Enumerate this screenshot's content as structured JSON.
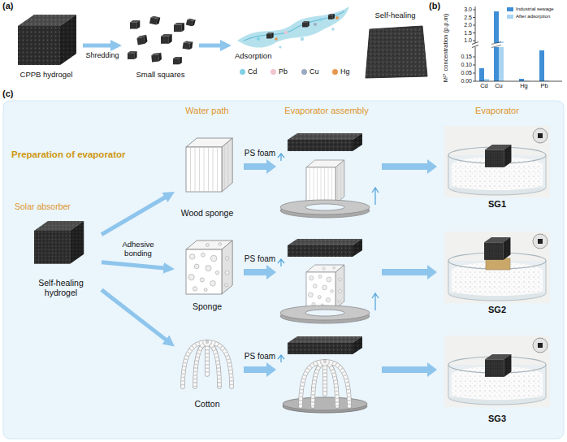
{
  "diagram": {
    "nodes": [
      {
        "text": [
          "CPPB hydrogel"
        ]
      },
      {
        "text": [
          "Small squares"
        ]
      },
      {
        "text": [
          "Adsorption"
        ]
      },
      {
        "text": [
          "Self-healing"
        ]
      },
      {
        "text": [
          "Self-healing hydrogel"
        ]
      },
      {
        "text": [
          "Wood sponge"
        ]
      },
      {
        "text": [
          "Sponge"
        ]
      },
      {
        "text": [
          "Cotton"
        ]
      },
      {
        "text": [
          "SG1"
        ]
      },
      {
        "text": [
          "SG2"
        ]
      },
      {
        "text": [
          "SG3"
        ]
      }
    ],
    "edges": [
      {
        "from": 0,
        "to": 1,
        "label": "Shredding",
        "arrow": "to"
      },
      {
        "from": 1,
        "to": 2,
        "arrow": "to"
      },
      {
        "from": 4,
        "to": 5,
        "arrow": "to"
      },
      {
        "from": 4,
        "to": 6,
        "label": "Adhesive bonding",
        "arrow": "to"
      },
      {
        "from": 4,
        "to": 7,
        "arrow": "to"
      }
    ],
    "labels": [
      "(a)",
      "(b)",
      "(c)",
      "M²⁺ concentration (p.p.m)",
      "3.0",
      "2.5",
      "2.0",
      "1.5",
      "1.0",
      "0.15",
      "0.10",
      "0.05",
      "0.00",
      "Cd",
      "Cu",
      "Hg",
      "Pb",
      "Water path",
      "Evaporator assembly",
      "Evaporator",
      "Preparation of evaporator",
      "Solar absorber",
      "PS foam",
      "PS foam",
      "PS foam"
    ],
    "legend": [
      {
        "text": "Cd",
        "color": "#7fd0e6"
      },
      {
        "text": "Pb",
        "color": "#f2c4cf"
      },
      {
        "text": "Cu",
        "color": "#9aabc0"
      },
      {
        "text": "Hg",
        "color": "#e4984f"
      },
      {
        "text": "Industrial sewage",
        "color": "#3f8fd6"
      },
      {
        "text": "After adsorption",
        "color": "#aad5f2"
      }
    ]
  }
}
